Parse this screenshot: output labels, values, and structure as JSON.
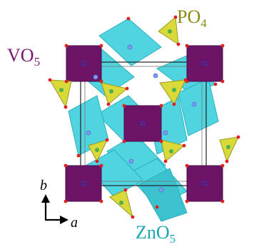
{
  "labels": {
    "vo5": {
      "main": "VO",
      "sub": "5"
    },
    "po4": {
      "main": "PO",
      "sub": "4"
    },
    "zno5": {
      "main": "ZnO",
      "sub": "5"
    }
  },
  "axes": {
    "a": "a",
    "b": "b"
  },
  "colors": {
    "vo5_fill": "#6b1466",
    "vo5_text": "#7a1470",
    "po4_fill": "#d9d93a",
    "po4_text": "#8a8a10",
    "zno5_fill": "#4fd4e0",
    "zno5_text": "#1aa6b0",
    "oxygen": "#e02020",
    "phosphorus": "#4fb04f",
    "zinc": "#4f6fd8",
    "cell_line": "#222222"
  }
}
